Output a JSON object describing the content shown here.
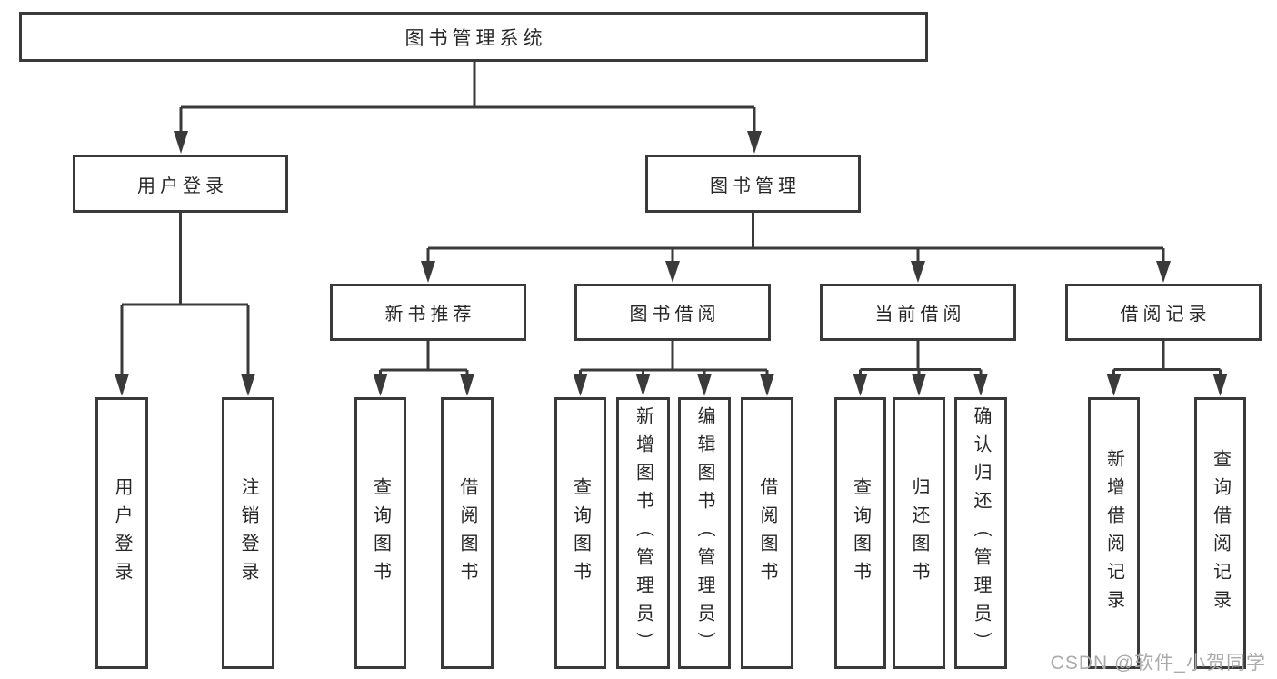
{
  "diagram": {
    "root": {
      "label": "图书管理系统"
    },
    "branches": [
      {
        "label": "用户登录",
        "children": [
          {
            "label": "用户登录"
          },
          {
            "label": "注销登录"
          }
        ]
      },
      {
        "label": "图书管理",
        "children": [
          {
            "label": "新书推荐",
            "children": [
              {
                "label": "查询图书"
              },
              {
                "label": "借阅图书"
              }
            ]
          },
          {
            "label": "图书借阅",
            "children": [
              {
                "label": "查询图书"
              },
              {
                "label": "新增图书（管理员）"
              },
              {
                "label": "编辑图书（管理员）"
              },
              {
                "label": "借阅图书"
              }
            ]
          },
          {
            "label": "当前借阅",
            "children": [
              {
                "label": "查询图书"
              },
              {
                "label": "归还图书"
              },
              {
                "label": "确认归还（管理员）"
              }
            ]
          },
          {
            "label": "借阅记录",
            "children": [
              {
                "label": "新增借阅记录"
              },
              {
                "label": "查询借阅记录"
              }
            ]
          }
        ]
      }
    ]
  },
  "watermark": {
    "text": "CSDN @软件_小贺同学"
  },
  "colors": {
    "line": "#3a3a3a",
    "text": "#262626",
    "box_background": "#ffffff",
    "page_background": "#ffffff",
    "watermark": "#ababab"
  }
}
